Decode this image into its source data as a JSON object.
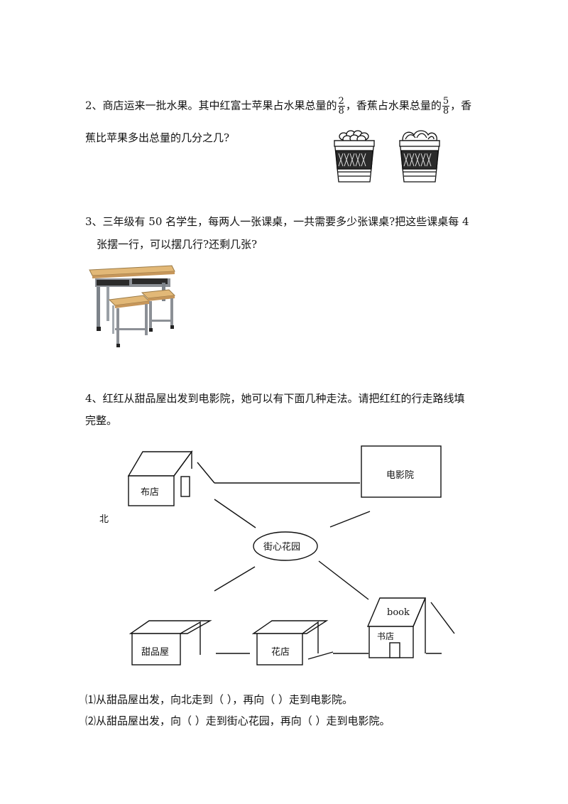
{
  "q2": {
    "part1": "2、商店运来一批水果。其中红富士苹果占水果总量的",
    "frac_apple": {
      "num": "2",
      "den": "8"
    },
    "part2": "，香蕉占水果总量的",
    "frac_banana": {
      "num": "5",
      "den": "8"
    },
    "part3": "，香",
    "line2": "蕉比苹果多出总量的几分之几?"
  },
  "q3": {
    "line1": "3、三年级有 50  名学生，每两人一张课桌，一共需要多少张课桌?把这些课桌每 4",
    "line2": "张摆一行，可以摆几行?还剩几张?"
  },
  "q4": {
    "line1": "4、红红从甜品屋出发到电影院，她可以有下面几种走法。请把红红的行走路线填",
    "line2": "完整。",
    "map": {
      "north": "北",
      "cloth_shop": "布店",
      "cinema": "电影院",
      "garden": "街心花园",
      "dessert_house": "甜品屋",
      "flower_shop": "花店",
      "bookstore": "书店",
      "book_sign": "book"
    },
    "blank1": "⑴从甜品屋出发，向北走到（          ），再向（         ）走到电影院。",
    "blank2": "⑵从甜品屋出发，向（       ）走到街心花园，再向（       ）走到电影院。"
  }
}
